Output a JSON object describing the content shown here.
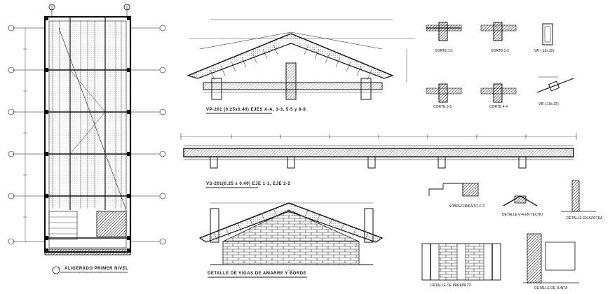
{
  "titles": {
    "plan": "ALIGERADO PRIMER NIVEL",
    "vp201": "VP-201 (0.25x0.40) EJES A-A, 3-3, 5-5 y 8-8",
    "vs201": "VS-201(0.25 x 0.40) EJE 1-1, EJE 2-2",
    "vigas": "DETALLE DE VIGAS DE AMARRE Y BORDE",
    "corte1": "CORTE 1-1",
    "corte2": "CORTE 2-2",
    "corte3": "CORTE 3-3",
    "corte4": "CORTE 4-4",
    "va": "VA' (.15x.35)",
    "vb": "VB' (.10x.25)",
    "sobrecimiento": "SOBRECIMIENTO C-C",
    "detalle_v": "DETALLE V-A EN TECHO",
    "detalle_azotea": "DETALLE EN AZOTEA",
    "detalle_parapeto": "DETALLE DE PARAPETO",
    "detalle_junta": "DETALLE DE JUNTA"
  },
  "colors": {
    "ink": "#111111",
    "paper": "#ffffff",
    "hatch": "#333333"
  }
}
